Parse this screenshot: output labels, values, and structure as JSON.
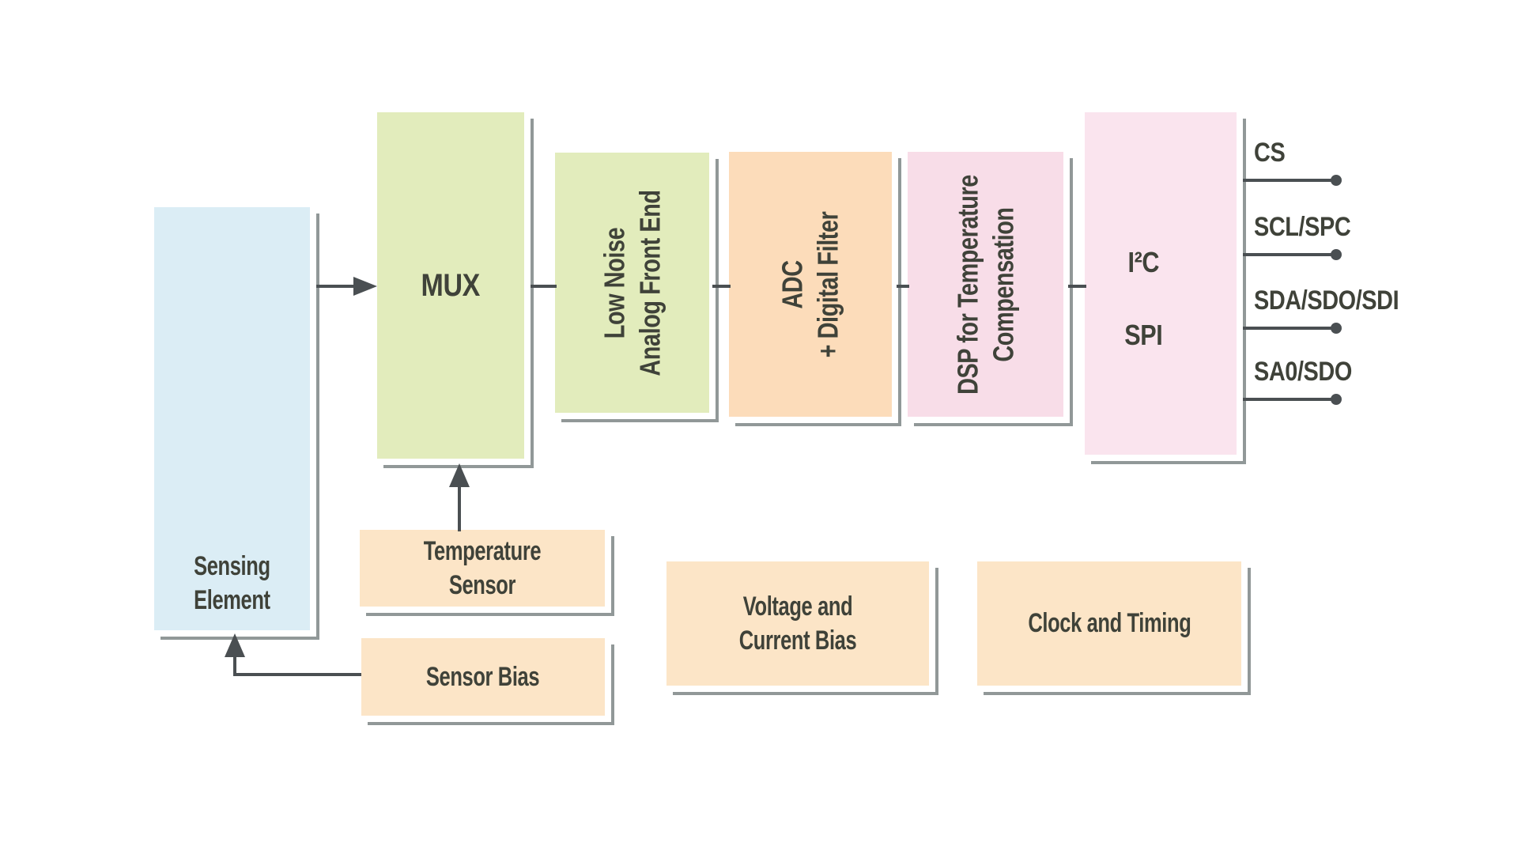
{
  "colors": {
    "background": "#ffffff",
    "sensing_blue": "#dbedf5",
    "analog_green": "#e2ecbc",
    "adc_orange": "#fcdcba",
    "support_peach": "#fce5c7",
    "dsp_pink": "#f8dde8",
    "interface_pink": "#fae4ee",
    "connector_line": "#4a4f52",
    "box_outline_gray": "#919898",
    "label_text": "#3f4239"
  },
  "blocks": {
    "sensing_element": {
      "line1": "Sensing",
      "line2": "Element"
    },
    "mux": {
      "label": "MUX"
    },
    "analog_front_end": {
      "line1": "Low Noise",
      "line2": "Analog Front End"
    },
    "adc": {
      "line1": "ADC",
      "line2": "+ Digital Filter"
    },
    "dsp": {
      "line1": "DSP for Temperature",
      "line2": "Compensation"
    },
    "serial_interface": {
      "line1": "I²C",
      "line2": "SPI"
    },
    "temperature_sensor": {
      "line1": "Temperature",
      "line2": "Sensor"
    },
    "sensor_bias": {
      "label": "Sensor Bias"
    },
    "voltage_current_bias": {
      "line1": "Voltage and",
      "line2": "Current Bias"
    },
    "clock_timing": {
      "label": "Clock and Timing"
    }
  },
  "pins": [
    {
      "label": "CS"
    },
    {
      "label": "SCL/SPC"
    },
    {
      "label": "SDA/SDO/SDI"
    },
    {
      "label": "SA0/SDO"
    }
  ]
}
